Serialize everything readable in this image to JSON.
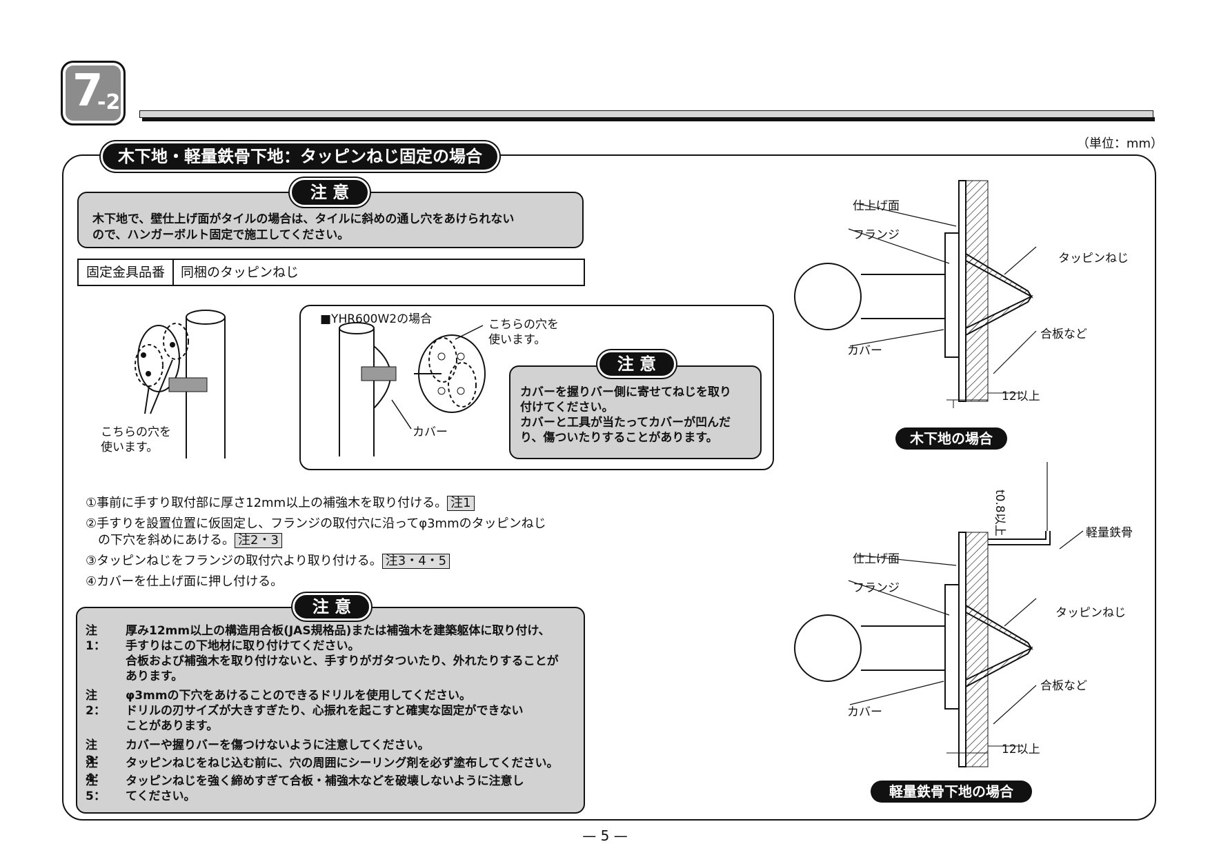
{
  "badge": {
    "number": "7",
    "sub": "-2"
  },
  "unit": "（単位：mm）",
  "section_title": "木下地・軽量鉄骨下地：タッピンねじ固定の場合",
  "caution_label": "注 意",
  "caution1": [
    "木下地で、壁仕上げ面がタイルの場合は、タイルに斜めの通し穴をあけられない",
    "ので、ハンガーボルト固定で施工してください。"
  ],
  "fixture": {
    "label": "固定金具品番",
    "value": "同梱のタッピンねじ"
  },
  "fig1": {
    "label": [
      "こちらの穴を",
      "使います。"
    ]
  },
  "fig2": {
    "title": "■YHR600W2の場合",
    "label": [
      "こちらの穴を",
      "使います。"
    ],
    "cover": "カバー",
    "caution": [
      "カバーを握りバー側に寄せてねじを取り",
      "付けてください。",
      "カバーと工具が当たってカバーが凹んだ",
      "り、傷ついたりすることがあります。"
    ]
  },
  "steps": [
    {
      "text": "①事前に手すり取付部に厚さ12mm以上の補強木を取り付ける。",
      "tag": "注1"
    },
    {
      "text": "②手すりを設置位置に仮固定し、フランジの取付穴に沿ってφ3mmのタッピンねじ",
      "tag": ""
    },
    {
      "text": "　の下穴を斜めにあける。",
      "tag": "注2・3"
    },
    {
      "text": "③タッピンねじをフランジの取付穴より取り付ける。",
      "tag": "注3・4・5"
    },
    {
      "text": "④カバーを仕上げ面に押し付ける。",
      "tag": ""
    }
  ],
  "notes": [
    {
      "id": "注1：",
      "lines": [
        "厚み12mm以上の構造用合板(JAS規格品)または補強木を建築躯体に取り付け、",
        "手すりはこの下地材に取り付けてください。",
        "合板および補強木を取り付けないと、手すりがガタついたり、外れたりすることが",
        "あります。"
      ]
    },
    {
      "id": "注2：",
      "lines": [
        "φ3mmの下穴をあけることのできるドリルを使用してください。",
        "ドリルの刃サイズが大きすぎたり、心振れを起こすと確実な固定ができない",
        "ことがあります。"
      ]
    },
    {
      "id": "注3：",
      "lines": [
        "カバーや握りバーを傷つけないように注意してください。"
      ]
    },
    {
      "id": "注4：",
      "lines": [
        "タッピンねじをねじ込む前に、穴の周囲にシーリング剤を必ず塗布してください。"
      ]
    },
    {
      "id": "注5：",
      "lines": [
        "タッピンねじを強く締めすぎて合板・補強木などを破壊しないように注意し",
        "てください。"
      ]
    }
  ],
  "diagram_wood": {
    "finish": "仕上げ面",
    "flange": "フランジ",
    "screw": "タッピンねじ",
    "plywood": "合板など",
    "cover": "カバー",
    "dim": "12以上",
    "caption": "木下地の場合"
  },
  "diagram_steel": {
    "finish": "仕上げ面",
    "flange": "フランジ",
    "screw": "タッピンねじ",
    "plywood": "合板など",
    "cover": "カバー",
    "dim": "12以上",
    "steel": "軽量鉄骨",
    "thick": "t0.8以上",
    "caption": "軽量鉄骨下地の場合"
  },
  "page_number": "— 5 —"
}
